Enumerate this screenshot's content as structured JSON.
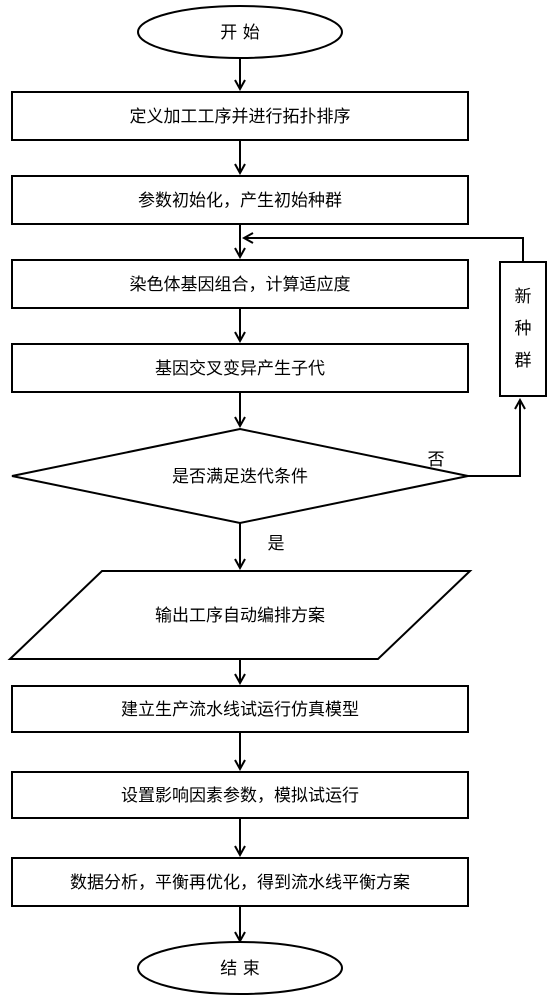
{
  "flowchart": {
    "start": "开 始",
    "steps": [
      "定义加工工序并进行拓扑排序",
      "参数初始化，产生初始种群",
      "染色体基因组合，计算适应度",
      "基因交叉变异产生子代"
    ],
    "decision": "是否满足迭代条件",
    "decision_no": "否",
    "decision_yes": "是",
    "loop_box": [
      "新",
      "种",
      "群"
    ],
    "output": "输出工序自动编排方案",
    "post_steps": [
      "建立生产流水线试运行仿真模型",
      "设置影响因素参数，模拟试运行",
      "数据分析，平衡再优化，得到流水线平衡方案"
    ],
    "end": "结 束"
  }
}
